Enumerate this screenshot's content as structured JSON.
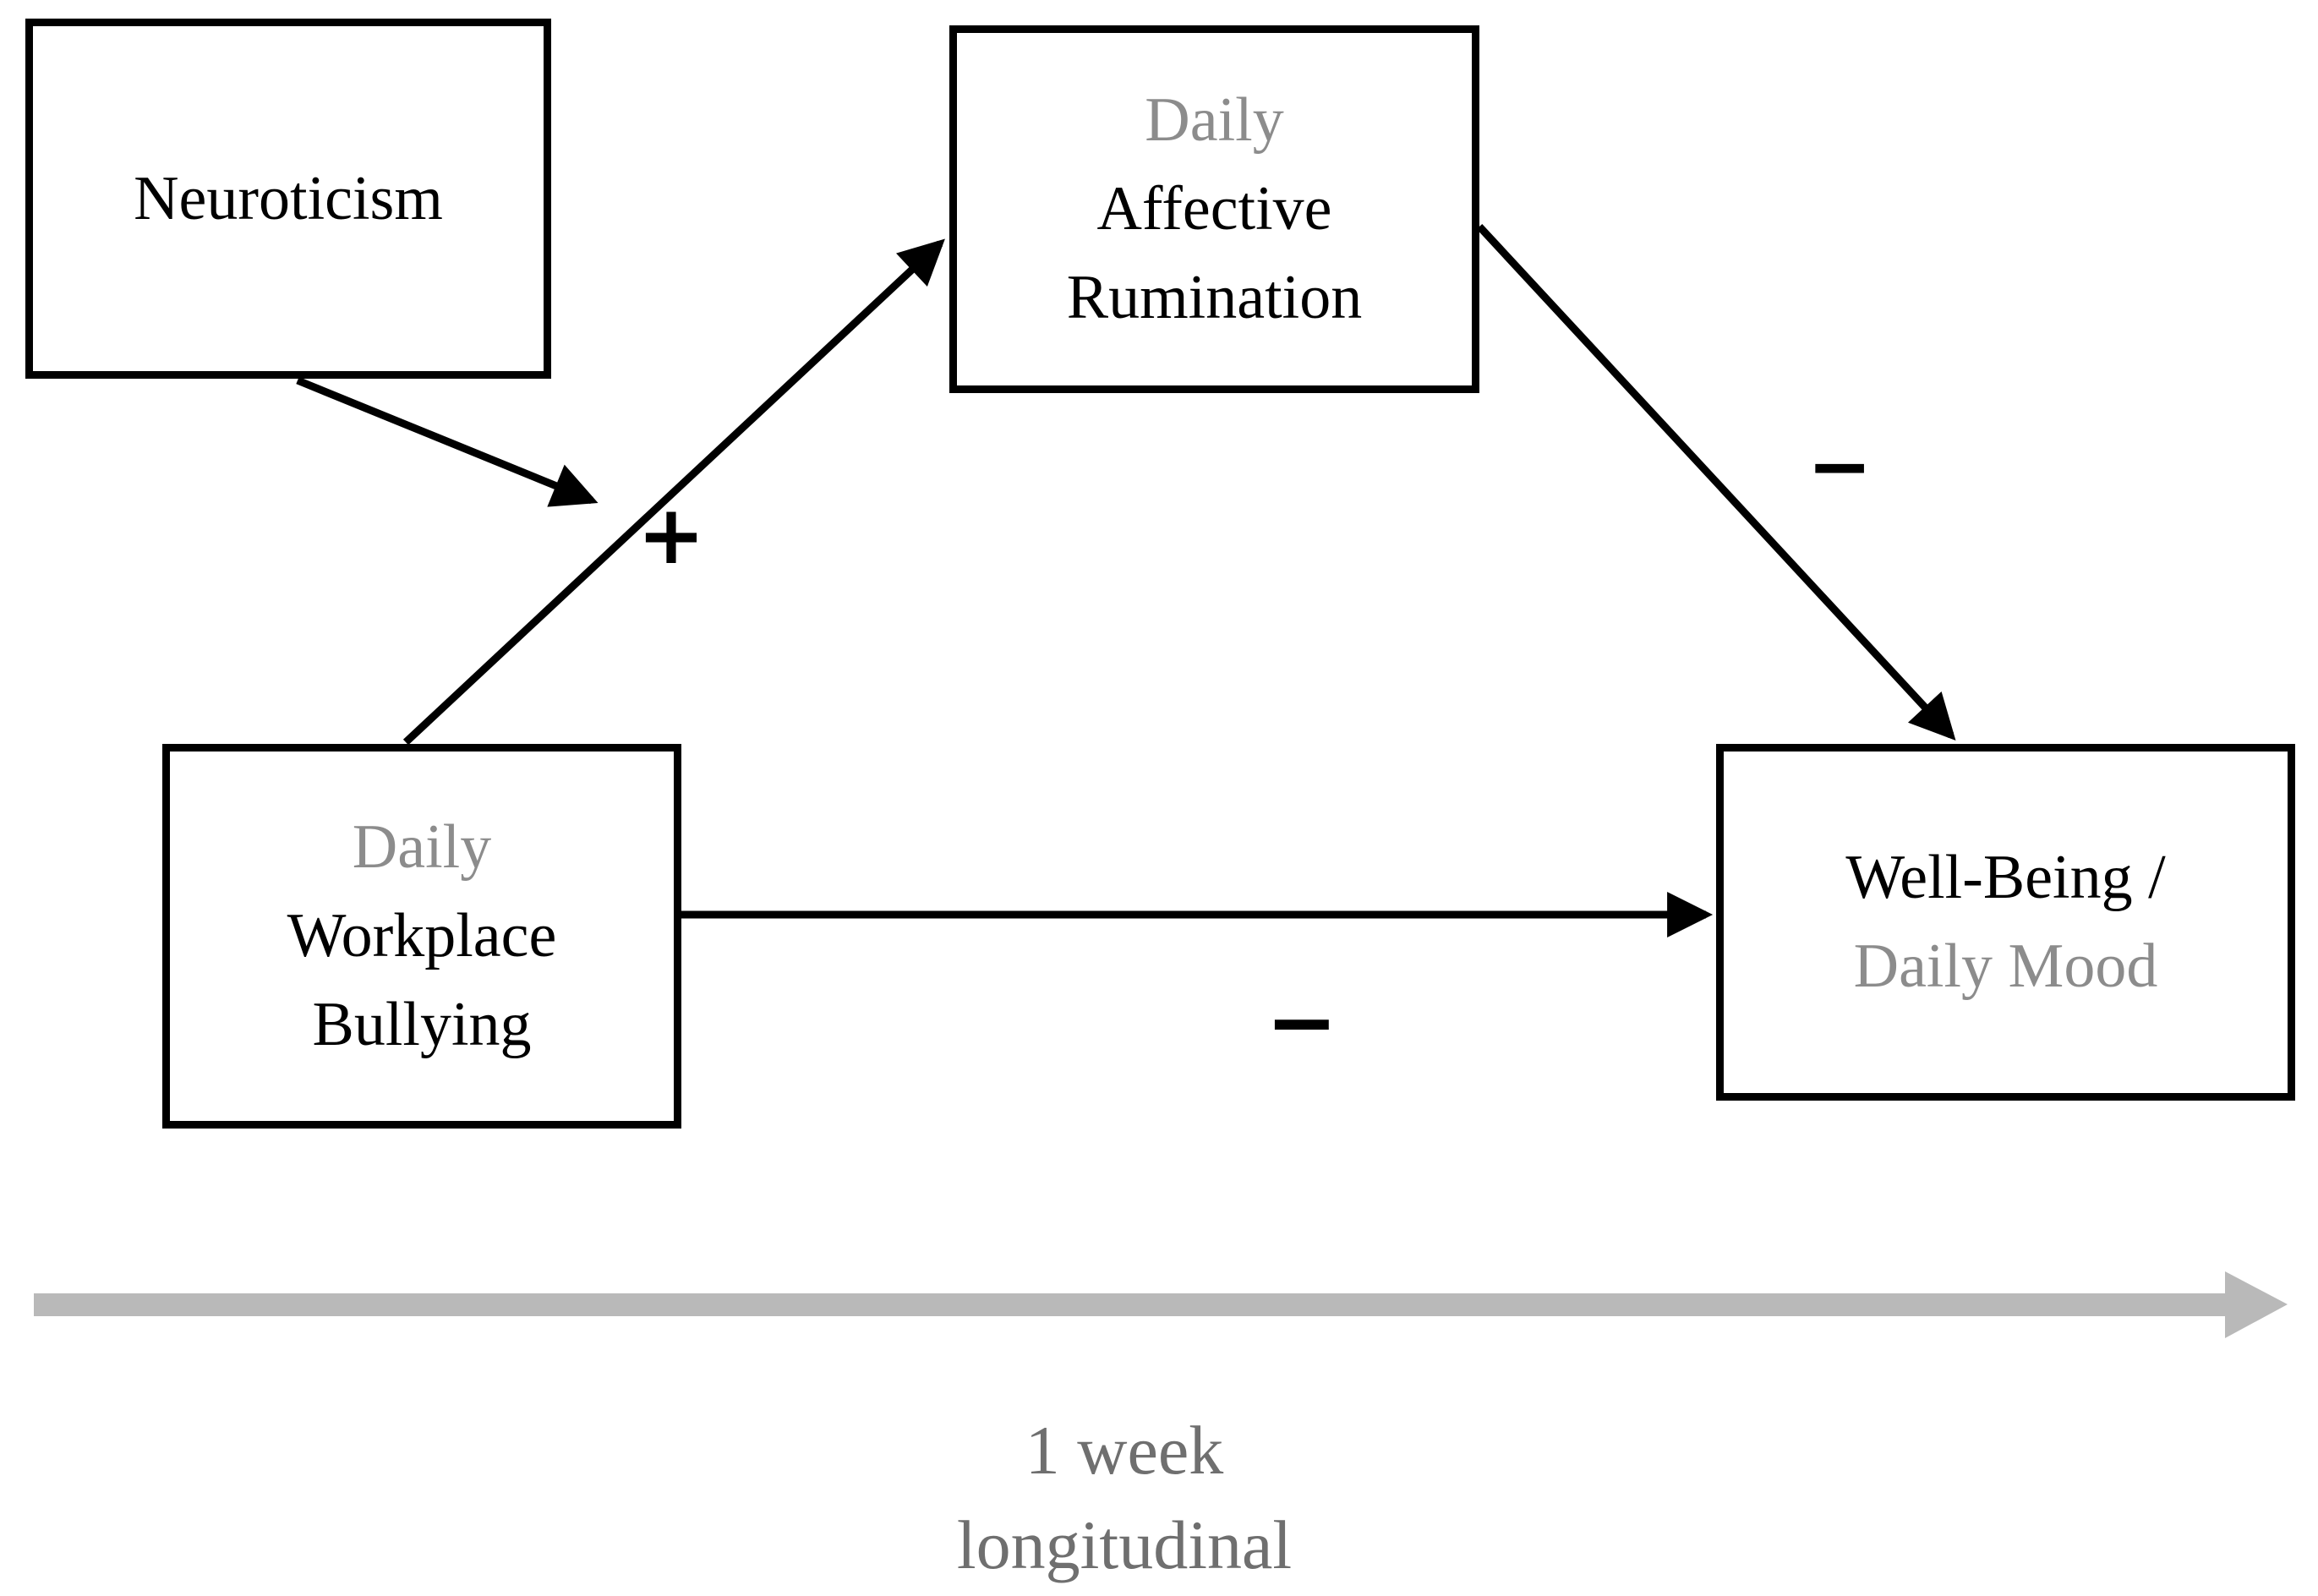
{
  "figure": {
    "background": "#ffffff",
    "nodes": {
      "neuroticism": {
        "lines": [
          {
            "text": "Neuroticism",
            "muted": false
          }
        ]
      },
      "rumination": {
        "lines": [
          {
            "text": "Daily",
            "muted": true
          },
          {
            "text": "Affective",
            "muted": false
          },
          {
            "text": "Rumination",
            "muted": false
          }
        ]
      },
      "bullying": {
        "lines": [
          {
            "text": "Daily",
            "muted": true
          },
          {
            "text": "Workplace",
            "muted": false
          },
          {
            "text": "Bullying",
            "muted": false
          }
        ]
      },
      "wellbeing": {
        "lines": [
          {
            "text": "Well-Being /",
            "muted": false
          },
          {
            "text": "Daily Mood",
            "muted": true
          }
        ]
      }
    },
    "labels": {
      "bullying_to_rumination": "+",
      "rumination_to_wellbeing": "−",
      "bullying_to_wellbeing": "−"
    },
    "timeline": {
      "line1": "1 week",
      "line2": "longitudinal"
    },
    "colors": {
      "ink": "#000000",
      "muted_text": "#8c8c8c",
      "caption_text": "#6f6f6f",
      "timeline_arrow": "#b9b9b9"
    }
  }
}
